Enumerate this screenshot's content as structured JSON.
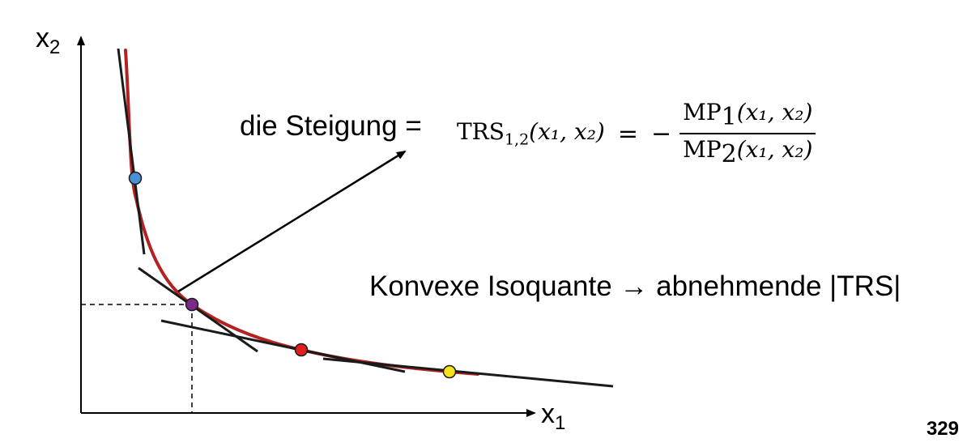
{
  "axes": {
    "y_label": {
      "base": "x",
      "sub": "2"
    },
    "x_label": {
      "base": "x",
      "sub": "1"
    }
  },
  "annotations": {
    "slope_text": "die Steigung =",
    "convex_text": "Konvexe Isoquante → abnehmende |TRS|"
  },
  "formula": {
    "lhs_name": "TRS",
    "lhs_sub": "1,2",
    "lhs_args": "(x₁, x₂)",
    "equals": "=",
    "minus": "−",
    "numerator_name": "MP",
    "numerator_sub": "1",
    "numerator_args": "(x₁, x₂)",
    "denominator_name": "MP",
    "denominator_sub": "2",
    "denominator_args": "(x₁, x₂)"
  },
  "page_number": "329",
  "colors": {
    "isoquant": "#b22222",
    "tangent": "#1a1a1a",
    "point_blue": "#4a90d9",
    "point_purple": "#7b2a8a",
    "point_red": "#e02020",
    "point_yellow": "#f5e21b"
  }
}
